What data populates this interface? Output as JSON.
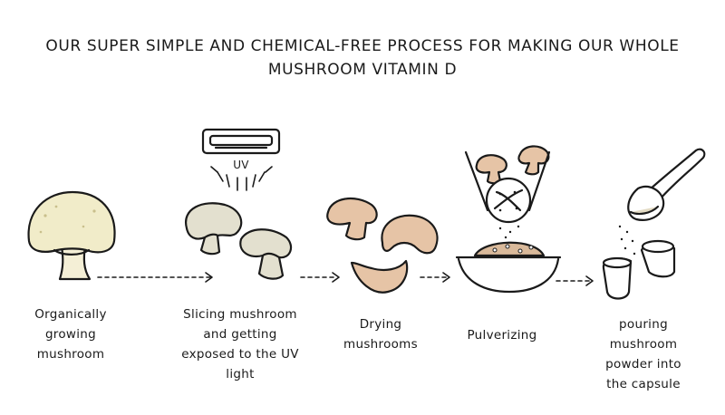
{
  "title": {
    "line1": "OUR SUPER SIMPLE AND CHEMICAL-FREE PROCESS FOR MAKING OUR WHOLE",
    "line2": "MUSHROOM VITAMIN D"
  },
  "uv_label": "UV",
  "steps": [
    {
      "lines": [
        "Organically",
        "growing",
        "mushroom"
      ]
    },
    {
      "lines": [
        "Slicing mushroom",
        "and getting",
        "exposed to the UV",
        "light"
      ]
    },
    {
      "lines": [
        "Drying",
        "mushrooms"
      ]
    },
    {
      "lines": [
        "Pulverizing"
      ]
    },
    {
      "lines": [
        "pouring",
        "mushroom",
        "powder into",
        "the capsule"
      ]
    }
  ],
  "colors": {
    "ink": "#1a1a1a",
    "mushroom_whole": "#f1ecc9",
    "mushroom_slice": "#e3e0cf",
    "dried": "#e6c4a6",
    "powder": "#d9b99a"
  }
}
